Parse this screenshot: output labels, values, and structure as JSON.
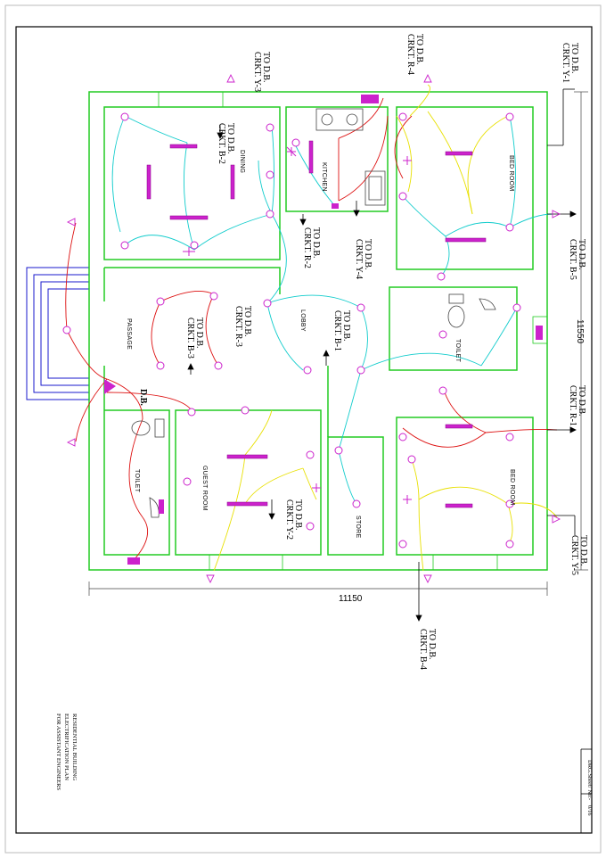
{
  "sheet": {
    "ref_label": "DRG.Sheet/ No:-",
    "ref_number": "0/16"
  },
  "title_block": {
    "line1": "RESIDENTIAL BUILDING",
    "line2": "ELECTRIFICATION PLAN",
    "line3": "FOR ASSISTANT ENGINEERS"
  },
  "dimensions": {
    "width": "11150",
    "height": "11550"
  },
  "db_label": "D.B.",
  "rooms": {
    "dining": "DINING",
    "kitchen": "KITCHEN",
    "bedroom_top": "BED ROOM",
    "bedroom_bottom": "BED ROOM",
    "passage": "PASSAGE",
    "lobby": "LOBBY",
    "toilet_right": "TOILET",
    "toilet_left": "TOILET",
    "guest_room": "GUEST ROOM",
    "store": "STORE"
  },
  "circuits": {
    "y3": {
      "l1": "TO D.B.",
      "l2": "CRKT. Y-3"
    },
    "r4": {
      "l1": "TO D.B.",
      "l2": "CRKT. R-4"
    },
    "y1": {
      "l1": "TO D.B.",
      "l2": "CRKT. Y-1"
    },
    "b2": {
      "l1": "TO D.B.",
      "l2": "CRKT. B-2"
    },
    "r2": {
      "l1": "TO D.B.",
      "l2": "CRKT. R-2"
    },
    "y4": {
      "l1": "TO D.B.",
      "l2": "CRKT. Y-4"
    },
    "b5": {
      "l1": "TO D.B.",
      "l2": "CRKT. B-5"
    },
    "r3": {
      "l1": "TO D.B.",
      "l2": "CRKT. R-3"
    },
    "b1": {
      "l1": "TO D.B.",
      "l2": "CRKT. B-1"
    },
    "b3": {
      "l1": "TO D.B.",
      "l2": "CRKT. B-3"
    },
    "r1": {
      "l1": "TO D.B.",
      "l2": "CRKT. R-1"
    },
    "y2": {
      "l1": "TO D.B.",
      "l2": "CRKT. Y-2"
    },
    "y5": {
      "l1": "TO D.B.",
      "l2": "CRKT. Y-5"
    },
    "b4": {
      "l1": "TO D.B.",
      "l2": "CRKT. B-4"
    }
  },
  "colors": {
    "wall": "#22cc22",
    "red_phase": "#dd1111",
    "yellow_phase": "#e8e000",
    "blue_phase": "#11cccc",
    "fixture": "#cc22cc",
    "border": "#000000",
    "verandah": "#1a1acc"
  }
}
